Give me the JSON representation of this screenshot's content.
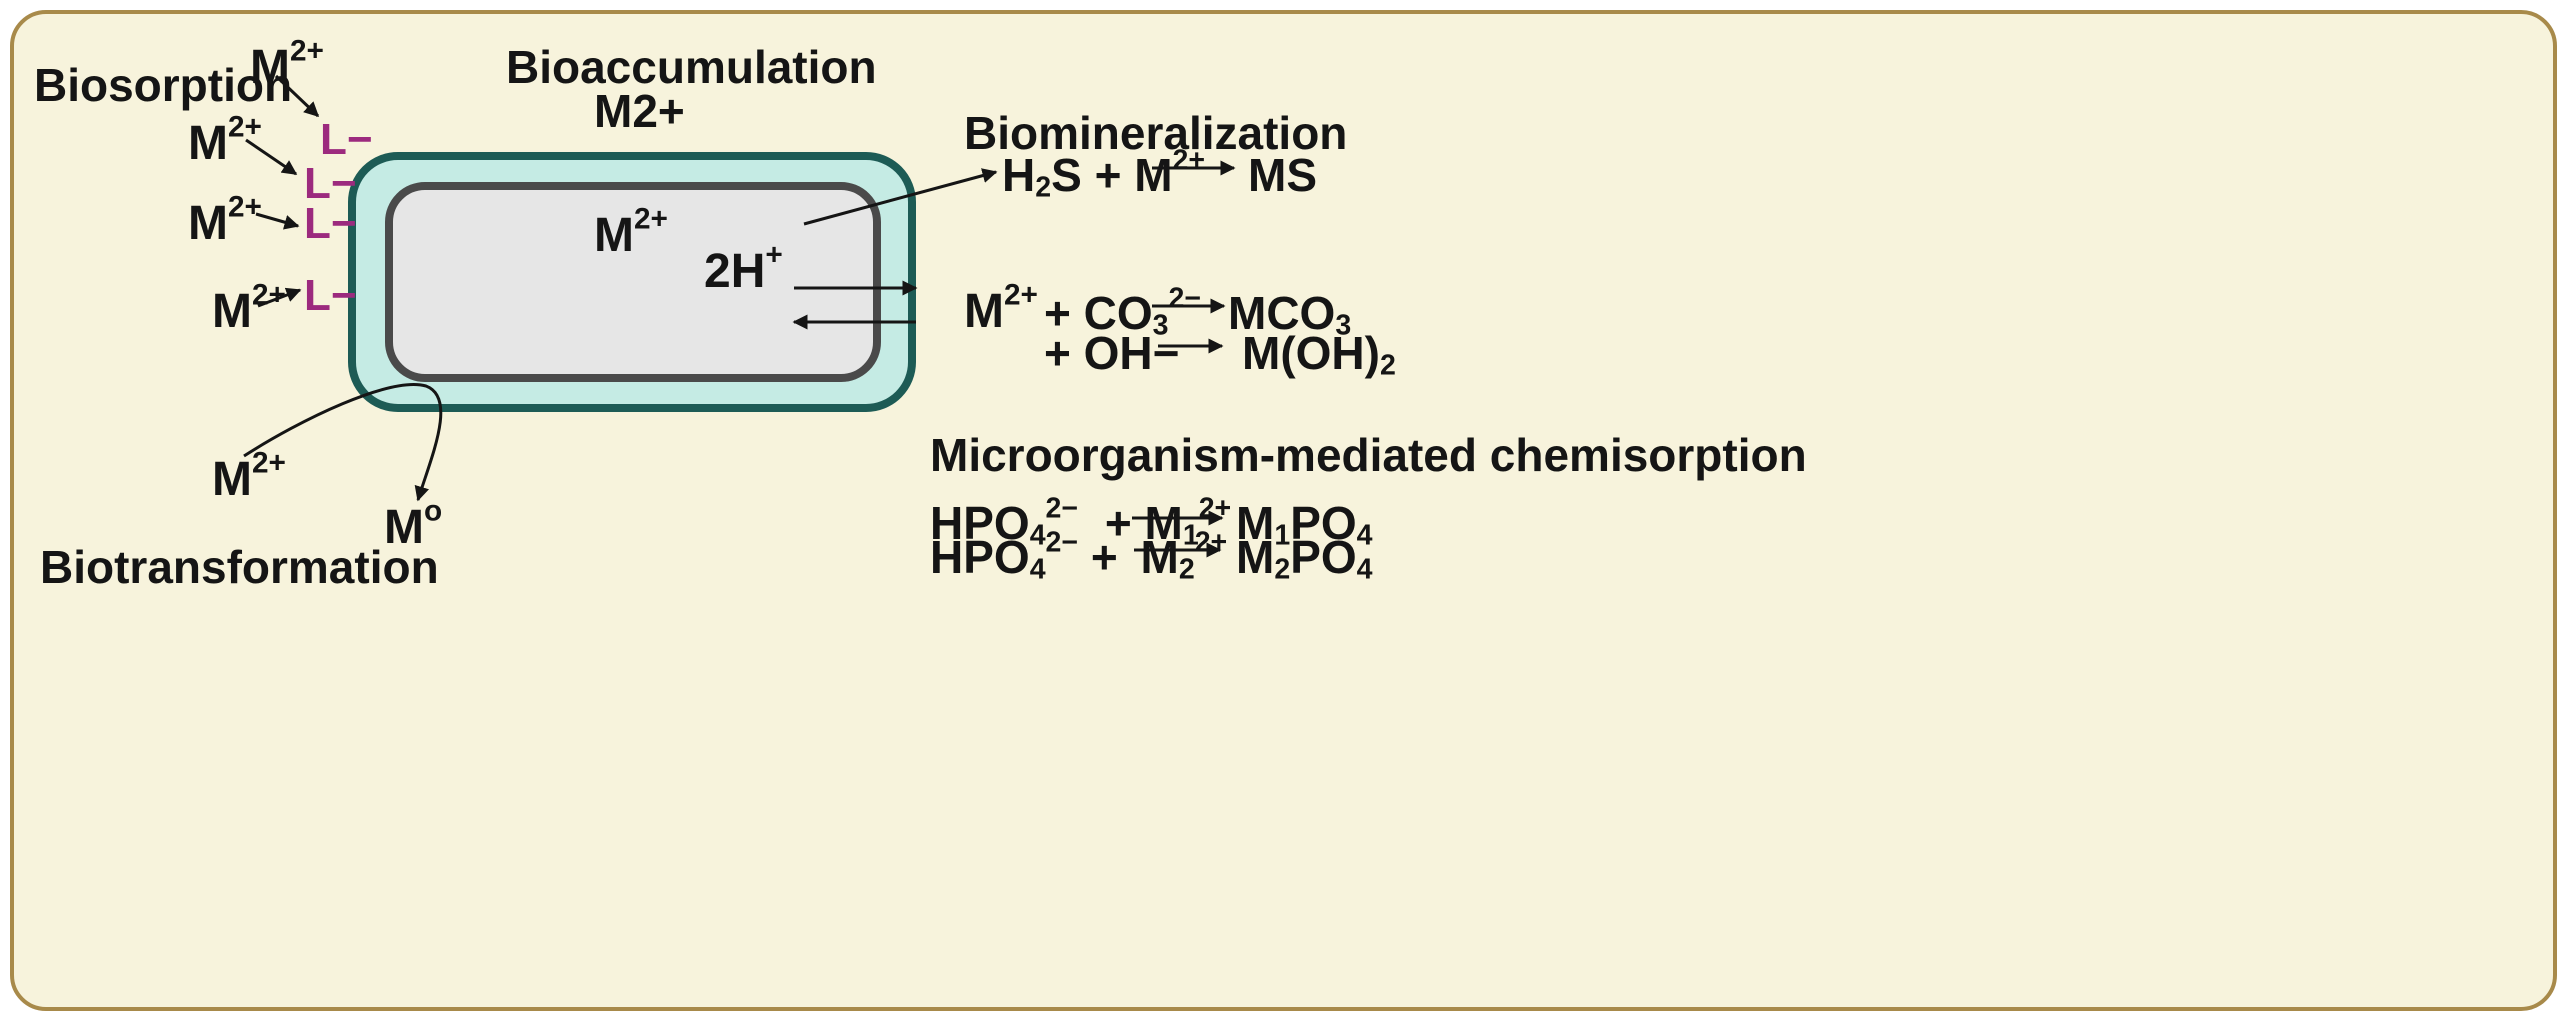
{
  "colors": {
    "background": "#f7f3dc",
    "frame_border": "#a88a4a",
    "cell_wall_fill": "#c5ebe4",
    "cell_wall_border": "#1d5b55",
    "cytoplasm_fill": "#e6e6e6",
    "cytoplasm_border": "#4a4a4a",
    "ligand_text": "#9c2a7e",
    "text": "#151515"
  },
  "headings": {
    "biosorption": "Biosorption",
    "bioaccumulation": "Bioaccumulation",
    "bioaccumulation_sub": "M2+",
    "biomineralization": "Biomineralization",
    "chemisorption": "Microorganism-mediated chemisorption",
    "biotransformation": "Biotransformation"
  },
  "species": {
    "metal": "M",
    "charge_2plus": "2+",
    "ligand": "L−",
    "proton": "2H",
    "proton_charge": "+",
    "zero_valent_charge": "o"
  },
  "biomineralization": {
    "sulfide": {
      "reactant_a": "H",
      "reactant_a_sub": "2",
      "reactant_a_tail": "S",
      "plus": "+",
      "product": "MS"
    },
    "carbonate": {
      "plus": "+",
      "anion": "CO",
      "anion_sub": "3",
      "anion_charge": "2−",
      "product": "MCO",
      "product_sub": "3"
    },
    "hydroxide": {
      "plus": "+",
      "anion": "OH−",
      "product": "M(OH)",
      "product_sub": "2"
    }
  },
  "chemisorption": {
    "reaction1": {
      "anion": "HPO",
      "anion_sub": "4",
      "anion_charge": "2−",
      "plus": "+",
      "metal_sub": "1",
      "product_a": "M",
      "product_sub": "1",
      "product_b": "PO",
      "product_b_sub": "4"
    },
    "reaction2": {
      "anion": "HPO",
      "anion_sub": "4",
      "anion_charge": "2−",
      "plus": "+",
      "metal_sub": "2",
      "product_a": "M",
      "product_sub": "2",
      "product_b": "PO",
      "product_b_sub": "4"
    }
  }
}
